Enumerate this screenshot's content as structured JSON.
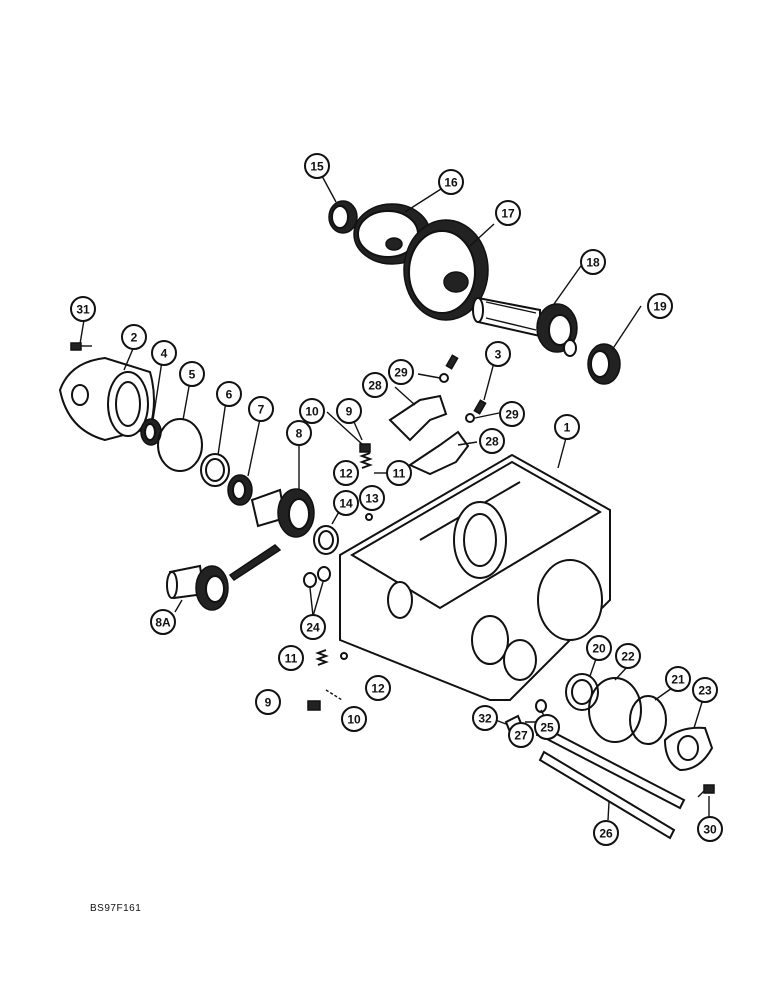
{
  "figure_code": "BS97F161",
  "callouts": [
    {
      "id": "c15",
      "label": "15"
    },
    {
      "id": "c16",
      "label": "16"
    },
    {
      "id": "c17",
      "label": "17"
    },
    {
      "id": "c18",
      "label": "18"
    },
    {
      "id": "c19",
      "label": "19"
    },
    {
      "id": "c31",
      "label": "31"
    },
    {
      "id": "c2",
      "label": "2"
    },
    {
      "id": "c4",
      "label": "4"
    },
    {
      "id": "c5",
      "label": "5"
    },
    {
      "id": "c6",
      "label": "6"
    },
    {
      "id": "c7",
      "label": "7"
    },
    {
      "id": "c8",
      "label": "8"
    },
    {
      "id": "c8a",
      "label": "8A"
    },
    {
      "id": "c3",
      "label": "3"
    },
    {
      "id": "c29a",
      "label": "29"
    },
    {
      "id": "c29b",
      "label": "29"
    },
    {
      "id": "c28a",
      "label": "28"
    },
    {
      "id": "c28b",
      "label": "28"
    },
    {
      "id": "c10a",
      "label": "10"
    },
    {
      "id": "c9a",
      "label": "9"
    },
    {
      "id": "c12a",
      "label": "12"
    },
    {
      "id": "c11a",
      "label": "11"
    },
    {
      "id": "c13",
      "label": "13"
    },
    {
      "id": "c14",
      "label": "14"
    },
    {
      "id": "c1",
      "label": "1"
    },
    {
      "id": "c24",
      "label": "24"
    },
    {
      "id": "c11b",
      "label": "11"
    },
    {
      "id": "c12b",
      "label": "12"
    },
    {
      "id": "c9b",
      "label": "9"
    },
    {
      "id": "c10b",
      "label": "10"
    },
    {
      "id": "c20",
      "label": "20"
    },
    {
      "id": "c22",
      "label": "22"
    },
    {
      "id": "c21",
      "label": "21"
    },
    {
      "id": "c23",
      "label": "23"
    },
    {
      "id": "c32",
      "label": "32"
    },
    {
      "id": "c25",
      "label": "25"
    },
    {
      "id": "c27",
      "label": "27"
    },
    {
      "id": "c26",
      "label": "26"
    },
    {
      "id": "c30",
      "label": "30"
    }
  ]
}
